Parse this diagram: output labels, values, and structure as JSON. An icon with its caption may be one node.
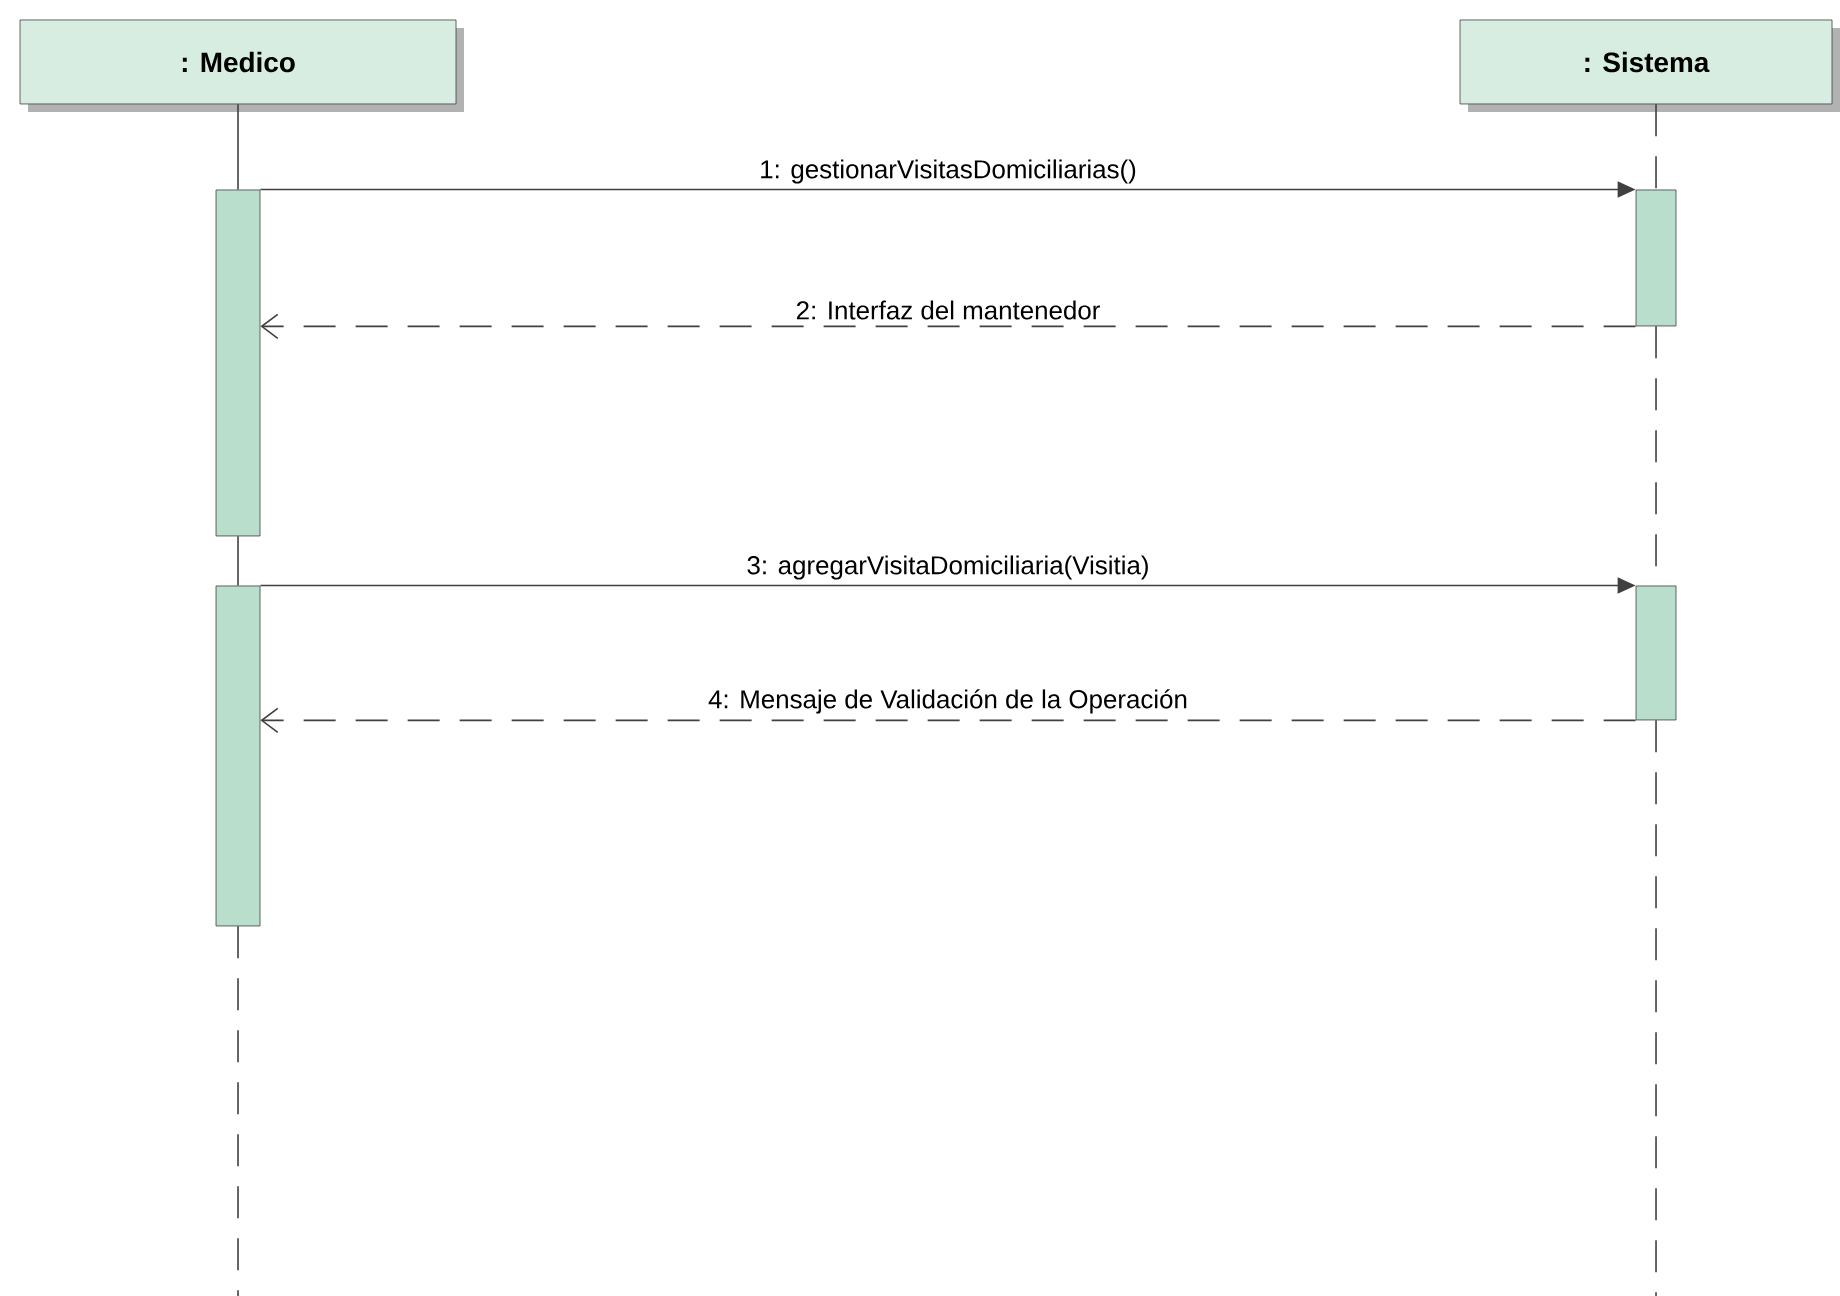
{
  "diagram": {
    "nodes": [
      {
        "text": [
          ": Medico"
        ]
      },
      {
        "text": [
          ": Sistema"
        ]
      },
      {
        "text": [],
        "shape": "bar"
      },
      {
        "text": [],
        "shape": "bar"
      },
      {
        "text": [],
        "shape": "bar"
      },
      {
        "text": [],
        "shape": "bar"
      }
    ],
    "edges": [
      {
        "from": 2,
        "to": 4,
        "arrow": "to",
        "label": "1:  gestionarVisitasDomiciliarias()"
      },
      {
        "from": 4,
        "to": 2,
        "arrow": "to",
        "style": "dashed",
        "label": "2:  Interfaz del mantenedor"
      },
      {
        "from": 3,
        "to": 5,
        "arrow": "to",
        "label": "3:  agregarVisitaDomiciliaria(Visitia)"
      },
      {
        "from": 5,
        "to": 3,
        "arrow": "to",
        "style": "dashed",
        "label": "4:  Mensaje de Validación de la Operación"
      },
      {
        "from": 0,
        "to": 2,
        "arrow": "none"
      },
      {
        "from": 2,
        "to": 3,
        "arrow": "none"
      },
      {
        "from": 3,
        "to": null,
        "arrow": "none",
        "style": "dashed"
      },
      {
        "from": 1,
        "to": 4,
        "arrow": "none",
        "style": "dashed"
      },
      {
        "from": 4,
        "to": 5,
        "arrow": "none",
        "style": "dashed"
      },
      {
        "from": 5,
        "to": null,
        "arrow": "none",
        "style": "dashed"
      }
    ]
  }
}
